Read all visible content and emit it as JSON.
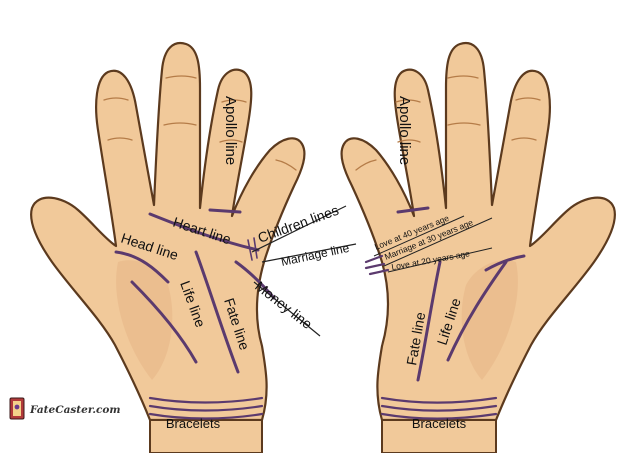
{
  "colors": {
    "skin": "#f1c99a",
    "skin_shadow": "#e2aa75",
    "outline": "#5c3a1e",
    "palm_line": "#5b3a6e",
    "label_text": "#111111"
  },
  "left_hand": {
    "labels": {
      "apollo": "Apollo line",
      "heart": "Heart line",
      "head": "Head line",
      "life": "Life line",
      "fate": "Fate line",
      "children": "Children lines",
      "marriage": "Marriage line",
      "money": "Money line",
      "bracelets": "Bracelets"
    }
  },
  "right_hand": {
    "labels": {
      "apollo": "Apollo line",
      "love40": "Love at 40 years age",
      "marriage30": "Marriage at 30 years age",
      "love20": "Love at 20 years age",
      "fate": "Fate line",
      "life": "Life line",
      "bracelets": "Bracelets"
    }
  },
  "logo": {
    "text": "FateCaster.com",
    "icon": "tarot-card-icon"
  }
}
